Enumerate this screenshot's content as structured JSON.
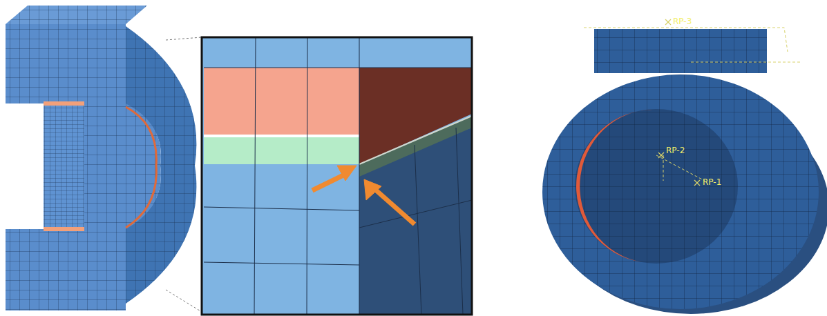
{
  "diagram": {
    "labels": [
      "RP-3",
      "RP-2",
      "RP-1"
    ]
  }
}
